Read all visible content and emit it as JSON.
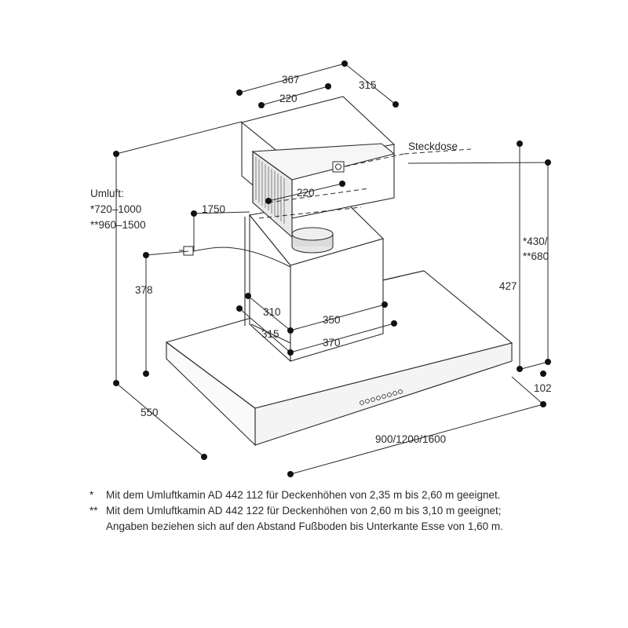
{
  "dimensions": {
    "chimney_width": "367",
    "chimney_depth": "315",
    "bracket_top": "220",
    "bracket_mid": "220",
    "height_1750": "1750",
    "umluft_title": "Umluft:",
    "umluft_720": "*720–1000",
    "umluft_960": "**960–1500",
    "steckdose": "Steckdose",
    "lower_height": "378",
    "dim_310": "310",
    "dim_315": "315",
    "dim_350": "350",
    "dim_370": "370",
    "dim_430": "*430/",
    "dim_680": "**680",
    "dim_427": "427",
    "dim_102": "102",
    "depth_550": "550",
    "width_options": "900/1200/1600"
  },
  "footnotes": [
    {
      "mark": "*",
      "text": "Mit dem Umluftkamin AD 442 112 für Deckenhöhen von 2,35 m bis 2,60 m geeignet."
    },
    {
      "mark": "**",
      "text": "Mit dem Umluftkamin AD 442 122 für Deckenhöhen von 2,60 m bis 3,10 m geeignet; Angaben beziehen sich auf den Abstand Fußboden bis Unterkante Esse von 1,60 m."
    }
  ],
  "colors": {
    "line": "#2a2a2a",
    "hood_side": "#f2f2f2",
    "filter_shade": "#e3e3e3"
  }
}
